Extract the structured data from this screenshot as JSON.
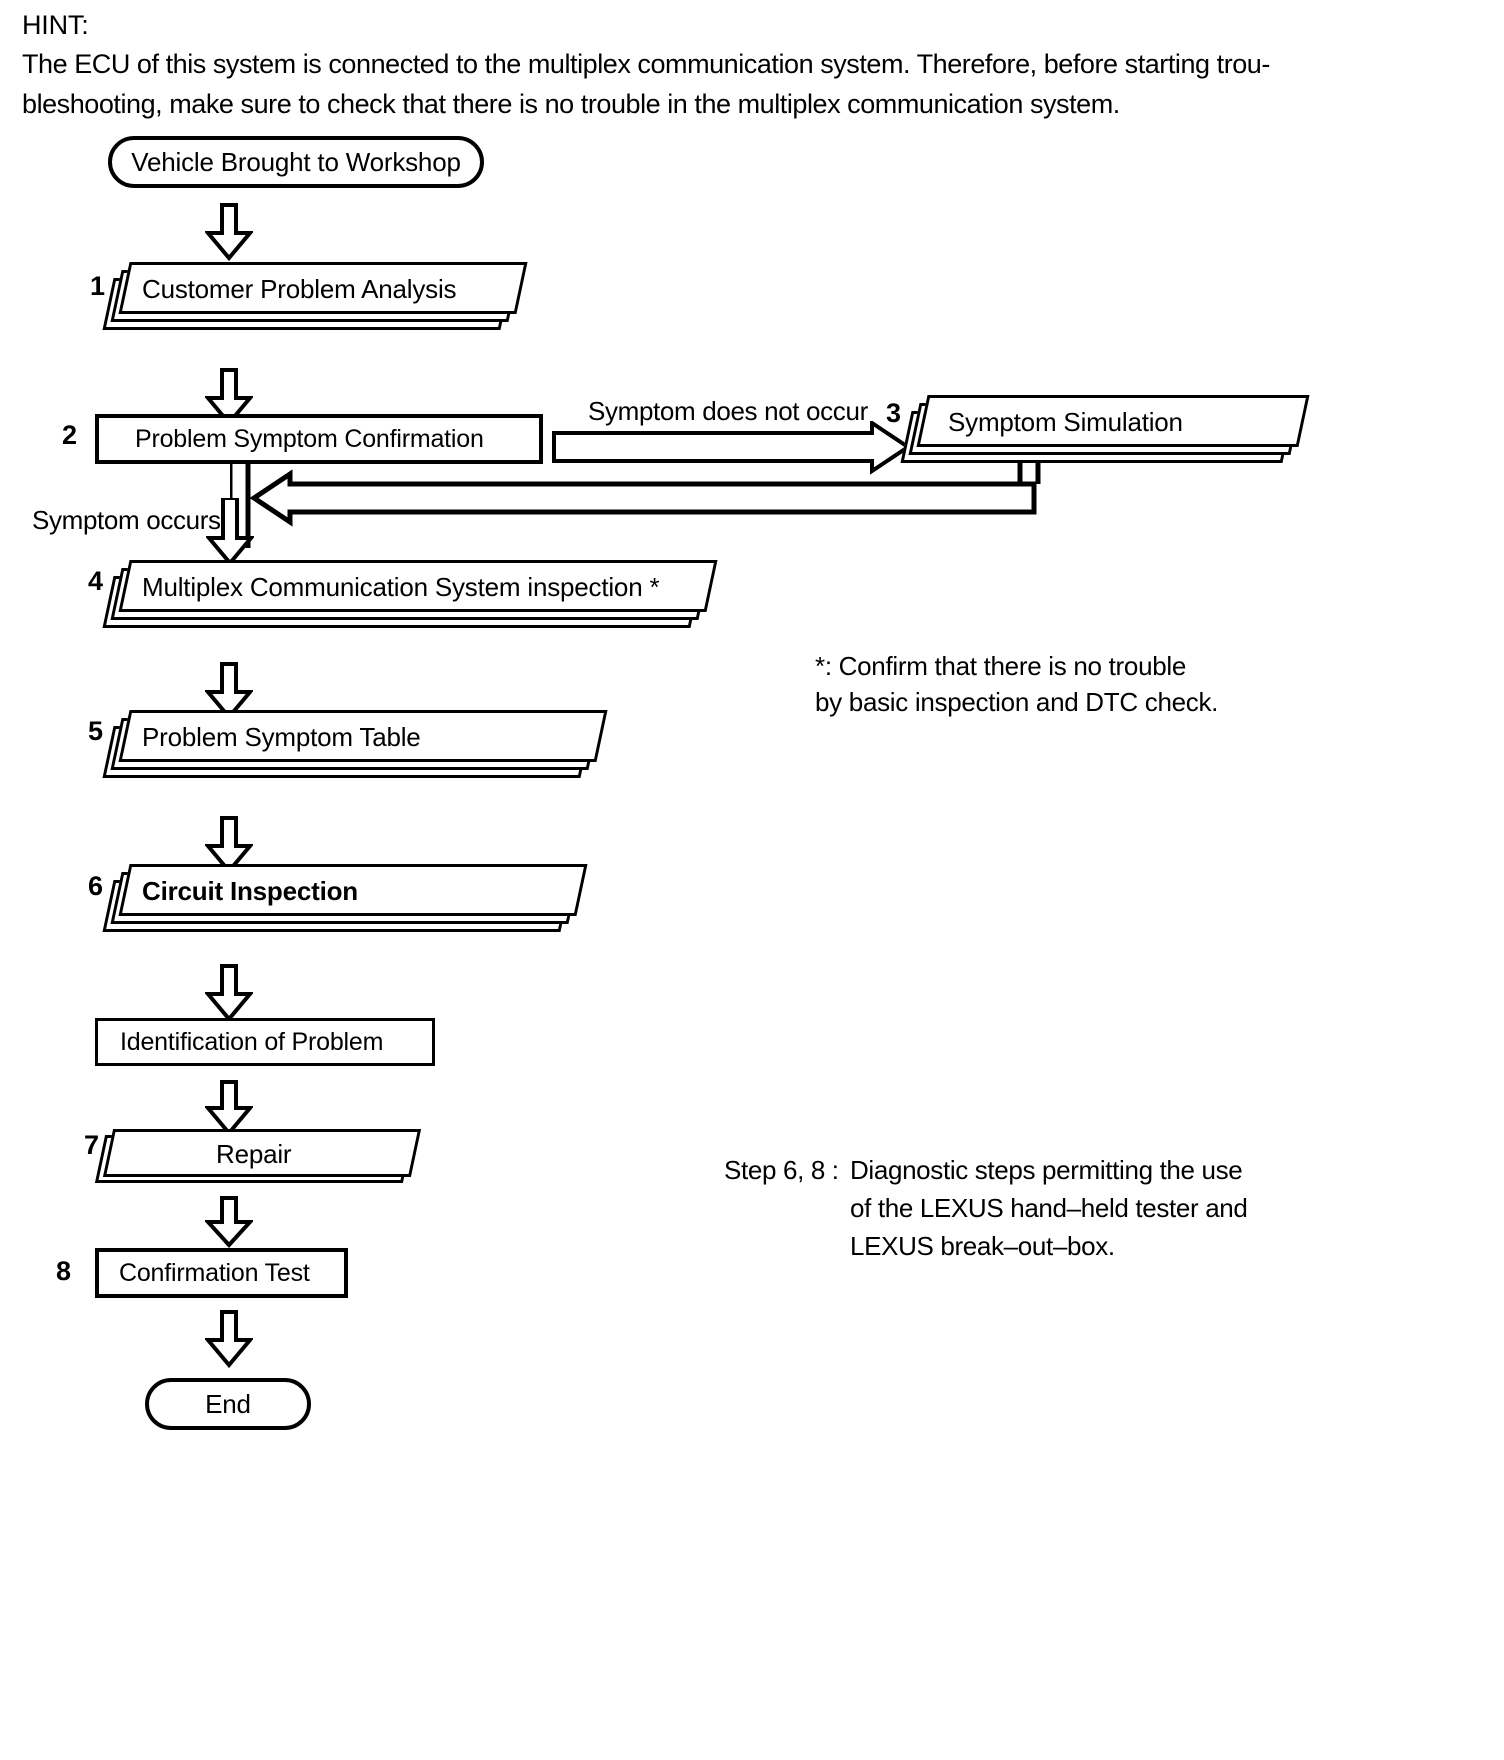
{
  "hint": {
    "label": "HINT:",
    "line1": "The ECU of this system is connected to the multiplex communication system. Therefore, before starting trou-",
    "line2": "bleshooting, make sure to check that there is no trouble in the multiplex communication system."
  },
  "flow": {
    "start": {
      "label": "Vehicle Brought to Workshop",
      "shape": "stadium"
    },
    "end": {
      "label": "End",
      "shape": "stadium"
    },
    "steps": [
      {
        "number": "1",
        "label": "Customer Problem Analysis",
        "shape": "parallelogram-stack",
        "bold": false
      },
      {
        "number": "2",
        "label": "Problem Symptom Confirmation",
        "shape": "rectangle",
        "bold": false
      },
      {
        "number": "3",
        "label": "Symptom Simulation",
        "shape": "parallelogram-stack",
        "bold": false
      },
      {
        "number": "4",
        "label": "Multiplex Communication System inspection *",
        "shape": "parallelogram-stack",
        "bold": false
      },
      {
        "number": "5",
        "label": "Problem Symptom Table",
        "shape": "parallelogram-stack",
        "bold": false
      },
      {
        "number": "6",
        "label": "Circuit Inspection",
        "shape": "parallelogram-stack",
        "bold": true
      },
      {
        "number": "7",
        "label": "Repair",
        "shape": "parallelogram",
        "bold": false
      },
      {
        "number": "8",
        "label": "Confirmation Test",
        "shape": "rectangle",
        "bold": false
      }
    ],
    "unnumbered": [
      {
        "label": "Identification of Problem",
        "shape": "rectangle"
      }
    ],
    "edge_labels": {
      "symptom_does_not_occur": "Symptom does not occur",
      "symptom_occurs": "Symptom occurs"
    }
  },
  "notes": {
    "asterisk_line1": "*: Confirm that there is no trouble",
    "asterisk_line2": "by basic inspection and DTC check.",
    "step_note_head": "Step 6, 8 :",
    "step_note_line1": "Diagnostic steps permitting the use",
    "step_note_line2": "of the LEXUS hand–held tester and",
    "step_note_line3": "LEXUS break–out–box."
  },
  "colors": {
    "ink": "#000000",
    "paper": "#ffffff"
  }
}
